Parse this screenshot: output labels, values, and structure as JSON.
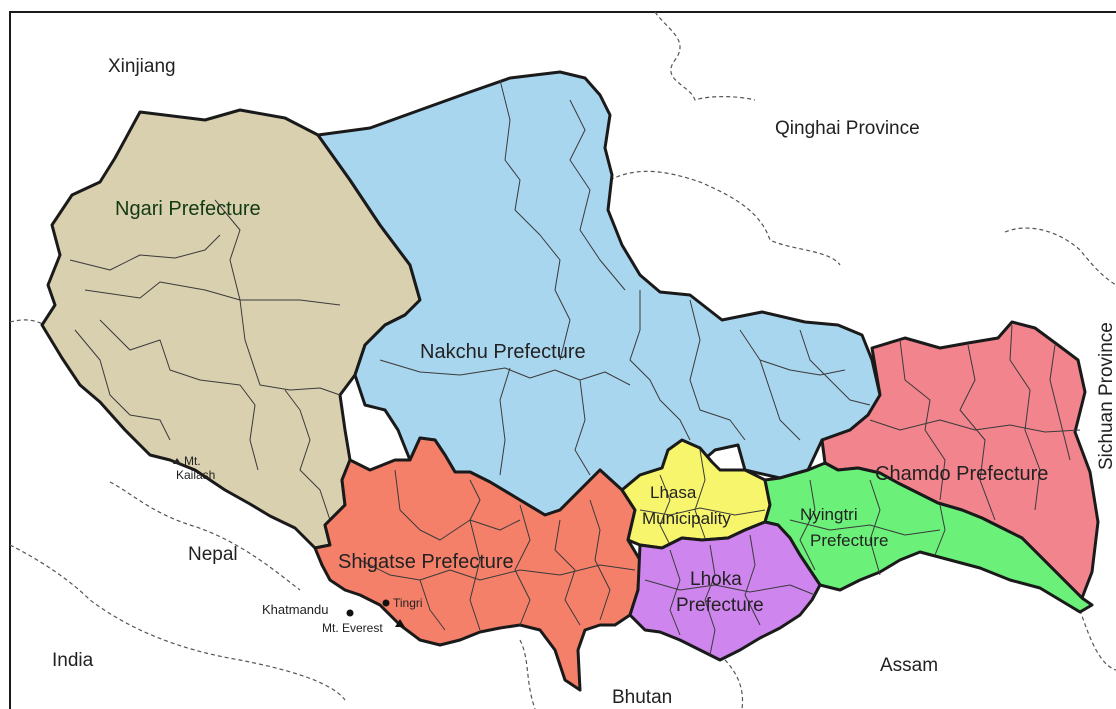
{
  "colors": {
    "ngari": "#d9d0b0",
    "nakchu": "#a9d6ef",
    "shigatse": "#f5806a",
    "lhasa": "#f7f56c",
    "lhoka": "#cf85ee",
    "nyingtri": "#6bf07a",
    "chamdo": "#f2848e",
    "outline": "#1a1a1a",
    "ngari_label": "#123a12"
  },
  "prefectures": {
    "ngari": {
      "label": "Ngari Prefecture"
    },
    "nakchu": {
      "label": "Nakchu Prefecture"
    },
    "shigatse": {
      "label": "Shigatse Prefecture"
    },
    "lhasa": {
      "label_line1": "Lhasa",
      "label_line2": "Municipality"
    },
    "lhoka": {
      "label_line1": "Lhoka",
      "label_line2": "Prefecture"
    },
    "nyingtri": {
      "label_line1": "Nyingtri",
      "label_line2": "Prefecture"
    },
    "chamdo": {
      "label": "Chamdo Prefecture"
    }
  },
  "neighbors": {
    "xinjiang": "Xinjiang",
    "qinghai": "Qinghai Province",
    "sichuan": "Sichuan Province",
    "nepal": "Nepal",
    "india": "India",
    "bhutan": "Bhutan",
    "assam": "Assam"
  },
  "places": {
    "kailash_line1": "Mt.",
    "kailash_line2": "Kailash",
    "tingri": "Tingri",
    "khatmandu": "Khatmandu",
    "everest": "Mt. Everest"
  }
}
